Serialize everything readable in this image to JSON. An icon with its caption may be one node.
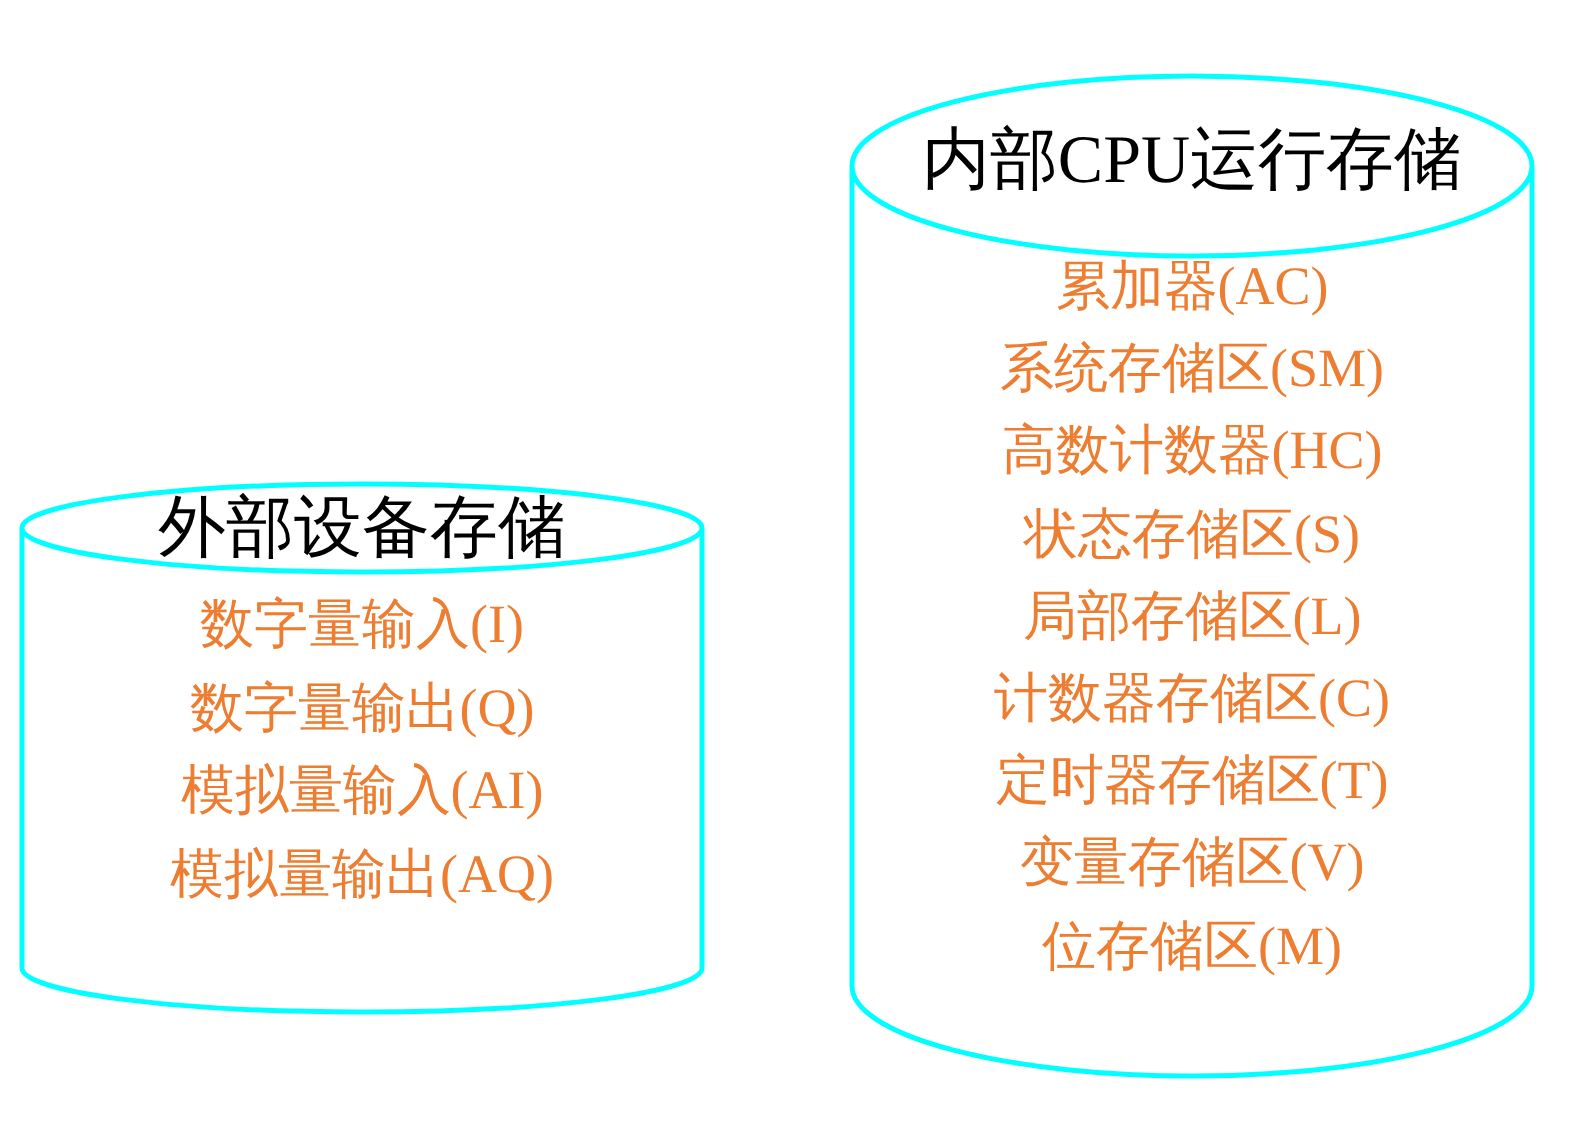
{
  "diagram": {
    "nodes": [
      {
        "text": [
          "外部设备存储",
          "数字量输入(I)",
          "数字量输出(Q)",
          "模拟量输入(AI)",
          "模拟量输出(AQ)"
        ]
      },
      {
        "text": [
          "内部CPU运行存储",
          "累加器(AC)",
          "系统存储区(SM)",
          "高数计数器(HC)",
          "状态存储区(S)",
          "局部存储区(L)",
          "计数器存储区(C)",
          "定时器存储区(T)",
          "变量存储区(V)",
          "位存储区(M)"
        ]
      }
    ]
  }
}
